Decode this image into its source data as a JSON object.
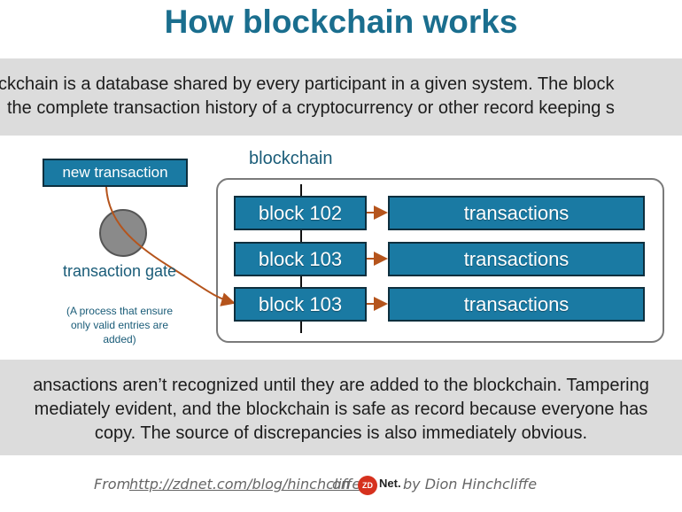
{
  "title": "How blockchain works",
  "intro": {
    "line1": "ckchain is a database shared by every participant in a given system. The block",
    "line2": "the complete transaction history of a cryptocurrency or other record keeping s"
  },
  "diagram": {
    "new_transaction": "new transaction",
    "chain_label": "blockchain",
    "gate_label": "transaction gate",
    "gate_note": "(A process that ensure only valid entries are added)",
    "blocks": [
      {
        "label": "block 102",
        "tx": "transactions"
      },
      {
        "label": "block 103",
        "tx": "transactions"
      },
      {
        "label": "block 103",
        "tx": "transactions"
      }
    ],
    "colors": {
      "box": "#1a7aa3",
      "arrow": "#b5541c",
      "title": "#1a6e8e",
      "gate": "#8a8a8a"
    }
  },
  "summary": {
    "line1": "ansactions aren’t recognized until they are added to the blockchain. Tampering",
    "line2": "mediately evident, and the blockchain is safe as record because everyone has",
    "line3": "copy. The source of discrepancies is also immediately obvious."
  },
  "footer": {
    "from": "From",
    "url": "http://zdnet.com/blog/hinchcliffe",
    "on": "on",
    "logo": "ZD",
    "logo_net": "Net.",
    "by": "by Dion Hinchcliffe"
  }
}
